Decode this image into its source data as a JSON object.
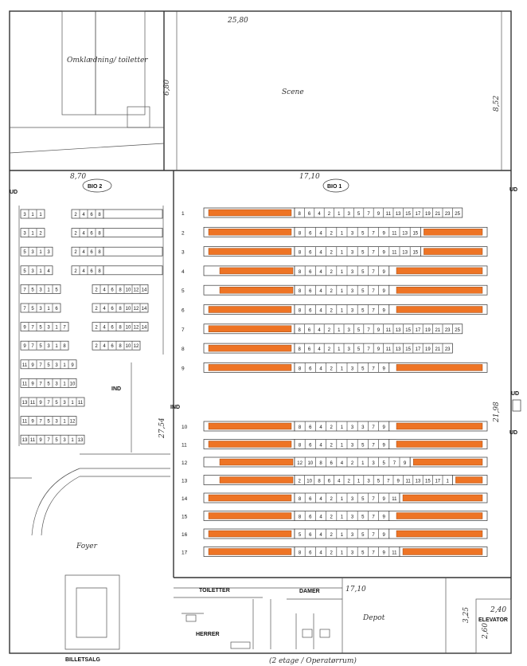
{
  "labels": {
    "width_top": "25,80",
    "scene": "Scene",
    "scene_depth": "6,80",
    "scene_right_dim": "8,52",
    "omklaedning": "Omklædning/ toiletter",
    "bio2_width": "8,70",
    "bio1_width": "17,10",
    "bio2": "BIO 2",
    "bio1": "BIO 1",
    "ud": "UD",
    "ind": "IND",
    "left_depth": "27,54",
    "right_depth": "21,98",
    "foyer": "Foyer",
    "billetsalg": "BILLETSALG",
    "toiletter": "TOILETTER",
    "damer": "DAMER",
    "herrer": "HERRER",
    "depot": "Depot",
    "depot_dim": "17,10",
    "depot_side": "3,25",
    "elevator": "ELEVATOR",
    "elev_dim1": "2,40",
    "elev_dim2": "2,60",
    "bottom_note": "(2 etage / Operatørrum)"
  },
  "colors": {
    "reserved": "#ee7425",
    "line": "#333333"
  },
  "bio2_rows": [
    {
      "left": [
        "3",
        "1",
        "1"
      ],
      "mid": "",
      "right": [
        "2",
        "4",
        "6",
        "8"
      ],
      "block": true,
      "no": ""
    },
    {
      "left": [
        "3",
        "1",
        "2"
      ],
      "mid": "",
      "right": [
        "2",
        "4",
        "6",
        "8"
      ],
      "block": true,
      "no": ""
    },
    {
      "left": [
        "5",
        "3",
        "1",
        "3"
      ],
      "mid": "",
      "right": [
        "2",
        "4",
        "6",
        "8"
      ],
      "block": true,
      "no": ""
    },
    {
      "left": [
        "5",
        "3",
        "1",
        "4"
      ],
      "mid": "",
      "right": [
        "2",
        "4",
        "6",
        "8"
      ],
      "block": true,
      "no": ""
    },
    {
      "left": [
        "7",
        "5",
        "3",
        "1",
        "5"
      ],
      "mid": "",
      "right": [
        "2",
        "4",
        "6",
        "8",
        "10",
        "12",
        "14"
      ],
      "block": false,
      "no": ""
    },
    {
      "left": [
        "7",
        "5",
        "3",
        "1",
        "6"
      ],
      "mid": "",
      "right": [
        "2",
        "4",
        "6",
        "8",
        "10",
        "12",
        "14"
      ],
      "block": false,
      "no": ""
    },
    {
      "left": [
        "9",
        "7",
        "5",
        "3",
        "1",
        "7"
      ],
      "mid": "",
      "right": [
        "2",
        "4",
        "6",
        "8",
        "10",
        "12",
        "14"
      ],
      "block": false,
      "no": ""
    },
    {
      "left": [
        "9",
        "7",
        "5",
        "3",
        "1",
        "8"
      ],
      "mid": "",
      "right": [
        "2",
        "4",
        "6",
        "8",
        "10",
        "12"
      ],
      "block": false,
      "no": ""
    },
    {
      "left": [
        "11",
        "9",
        "7",
        "5",
        "3",
        "1",
        "9"
      ],
      "mid": "",
      "right": [],
      "block": false,
      "no": ""
    },
    {
      "left": [
        "11",
        "9",
        "7",
        "5",
        "3",
        "1",
        "10"
      ],
      "mid": "",
      "right": [],
      "block": false,
      "no": ""
    },
    {
      "left": [
        "13",
        "11",
        "9",
        "7",
        "5",
        "3",
        "1",
        "11"
      ],
      "mid": "",
      "right": [],
      "block": false,
      "no": ""
    },
    {
      "left": [
        "11",
        "9",
        "7",
        "5",
        "3",
        "1",
        "12"
      ],
      "mid": "",
      "right": [],
      "block": false,
      "no": ""
    },
    {
      "left": [
        "13",
        "11",
        "9",
        "7",
        "5",
        "3",
        "1",
        "13"
      ],
      "mid": "",
      "right": [],
      "block": false,
      "no": ""
    }
  ],
  "bio1_rows": [
    {
      "no": "1",
      "pre": "",
      "lb": true,
      "seats": [
        "8",
        "6",
        "4",
        "2",
        "1",
        "3",
        "5",
        "7",
        "9",
        "11",
        "13",
        "15",
        "17",
        "19",
        "21",
        "23",
        "25"
      ],
      "rb": false
    },
    {
      "no": "2",
      "pre": "",
      "lb": true,
      "seats": [
        "8",
        "6",
        "4",
        "2",
        "1",
        "3",
        "5",
        "7",
        "9",
        "11",
        "13",
        "15"
      ],
      "rb": true
    },
    {
      "no": "3",
      "pre": "",
      "lb": true,
      "seats": [
        "8",
        "6",
        "4",
        "2",
        "1",
        "3",
        "5",
        "7",
        "9",
        "11",
        "13",
        "15"
      ],
      "rb": true
    },
    {
      "no": "4",
      "pre": "24",
      "lb": true,
      "seats": [
        "8",
        "6",
        "4",
        "2",
        "1",
        "3",
        "5",
        "7",
        "9"
      ],
      "rb": true
    },
    {
      "no": "5",
      "pre": "24",
      "lb": true,
      "seats": [
        "8",
        "6",
        "4",
        "2",
        "1",
        "3",
        "5",
        "7",
        "9"
      ],
      "rb": true
    },
    {
      "no": "6",
      "pre": "",
      "lb": true,
      "seats": [
        "8",
        "6",
        "4",
        "2",
        "1",
        "3",
        "5",
        "7",
        "9"
      ],
      "rb": true
    },
    {
      "no": "7",
      "pre": "",
      "lb": true,
      "seats": [
        "8",
        "6",
        "4",
        "2",
        "1",
        "3",
        "5",
        "7",
        "9",
        "11",
        "13",
        "15",
        "17",
        "19",
        "21",
        "23",
        "25"
      ],
      "rb": false
    },
    {
      "no": "8",
      "pre": "",
      "lb": true,
      "seats": [
        "8",
        "6",
        "4",
        "2",
        "1",
        "3",
        "5",
        "7",
        "9",
        "11",
        "13",
        "15",
        "17",
        "19",
        "21",
        "23"
      ],
      "rb": false
    },
    {
      "no": "9",
      "pre": "",
      "lb": true,
      "seats": [
        "8",
        "6",
        "4",
        "2",
        "1",
        "3",
        "5",
        "7",
        "9"
      ],
      "rb": true
    },
    {
      "no": "10",
      "pre": "",
      "lb": true,
      "seats": [
        "8",
        "6",
        "4",
        "2",
        "1",
        "3",
        "3",
        "7",
        "9"
      ],
      "rb": true
    },
    {
      "no": "11",
      "pre": "",
      "lb": true,
      "seats": [
        "8",
        "6",
        "4",
        "2",
        "1",
        "3",
        "5",
        "7",
        "9"
      ],
      "rb": true
    },
    {
      "no": "12",
      "pre": "24",
      "lb": true,
      "seats": [
        "12",
        "10",
        "8",
        "6",
        "4",
        "2",
        "1",
        "3",
        "5",
        "7",
        "9"
      ],
      "rb": true
    },
    {
      "no": "13",
      "pre": "24",
      "lb": true,
      "seats": [
        "2",
        "10",
        "8",
        "6",
        "4",
        "2",
        "1",
        "3",
        "5",
        "7",
        "9",
        "11",
        "13",
        "15",
        "17",
        "1"
      ],
      "rb": true
    },
    {
      "no": "14",
      "pre": "",
      "lb": true,
      "seats": [
        "8",
        "6",
        "4",
        "2",
        "1",
        "3",
        "5",
        "7",
        "9",
        "11"
      ],
      "rb": true
    },
    {
      "no": "15",
      "pre": "",
      "lb": true,
      "seats": [
        "8",
        "6",
        "4",
        "2",
        "1",
        "3",
        "5",
        "7",
        "9"
      ],
      "rb": true
    },
    {
      "no": "16",
      "pre": "",
      "lb": true,
      "seats": [
        "5",
        "6",
        "4",
        "2",
        "1",
        "3",
        "5",
        "7",
        "9"
      ],
      "rb": true
    },
    {
      "no": "17",
      "pre": "",
      "lb": true,
      "seats": [
        "8",
        "6",
        "4",
        "2",
        "1",
        "3",
        "5",
        "7",
        "9",
        "11"
      ],
      "rb": true
    }
  ]
}
